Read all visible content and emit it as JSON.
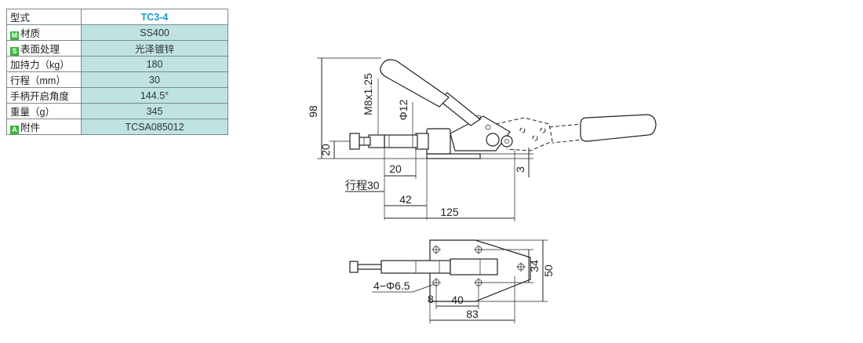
{
  "spec_table": {
    "header": {
      "label": "型式",
      "value": "TC3-4"
    },
    "rows": [
      {
        "badge": "M",
        "label": "材质",
        "value": "SS400"
      },
      {
        "badge": "S",
        "label": "表面处理",
        "value": "光泽镀锌"
      },
      {
        "badge": "",
        "label": "加持力（kg）",
        "value": "180"
      },
      {
        "badge": "",
        "label": "行程（mm）",
        "value": "30"
      },
      {
        "badge": "",
        "label": "手柄开启角度",
        "value": "144.5°"
      },
      {
        "badge": "",
        "label": "重量（g）",
        "value": "345"
      },
      {
        "badge": "A",
        "label": "附件",
        "value": "TCSA085012"
      }
    ]
  },
  "side_view": {
    "dim_98": "98",
    "dim_20_left": "20",
    "dim_thread": "M8x1.25",
    "dim_phi12": "Φ12",
    "dim_20": "20",
    "dim_stroke": "行程30",
    "dim_42": "42",
    "dim_125": "125",
    "dim_3": "3"
  },
  "top_view": {
    "dim_holes": "4−Φ6.5",
    "dim_8": "8",
    "dim_40": "40",
    "dim_83": "83",
    "dim_34": "34",
    "dim_50": "50"
  },
  "colors": {
    "badge_green": "#3cb43c",
    "value_bg": "#bfe3e3",
    "header_blue": "#1a9bd2"
  }
}
